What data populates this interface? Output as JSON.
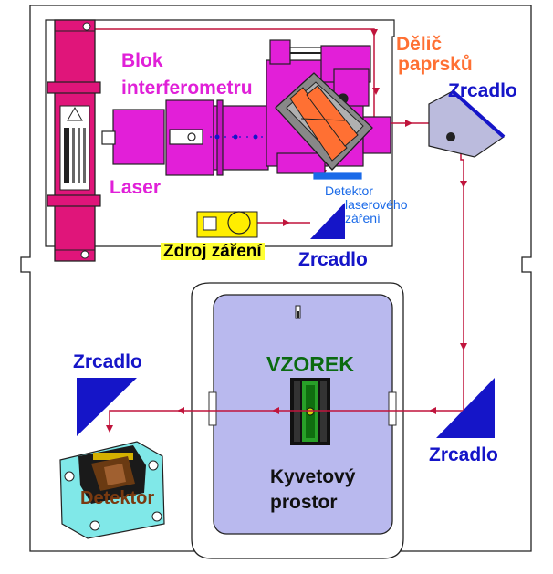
{
  "labels": {
    "blok": "Blok",
    "interferometr": "interferometru",
    "delic_line1": "Dělič",
    "delic_line2": "paprsků",
    "zrcadlo_top_right": "Zrcadlo",
    "laser": "Laser",
    "detektor_laseroveho_line1": "Detektor",
    "detektor_laseroveho_line2": "laserového",
    "detektor_laseroveho_line3": "záření",
    "zdroj": "Zdroj záření",
    "zrcadlo_middle": "Zrcadlo",
    "zrcadlo_left": "Zrcadlo",
    "vzorek": "VZOREK",
    "zrcadlo_right": "Zrcadlo",
    "detektor": "Detektor",
    "kyvetovy_line1": "Kyvetový",
    "kyvetovy_line2": "prostor"
  },
  "colors": {
    "beam": "#c0143c",
    "laser_body": "#e0157a",
    "interferometer": "#e21fd8",
    "mirror_blue": "#1515c8",
    "sample_space": "#b9b9ee",
    "detector_board": "#80e8e8",
    "source_yellow": "#ffee00"
  }
}
